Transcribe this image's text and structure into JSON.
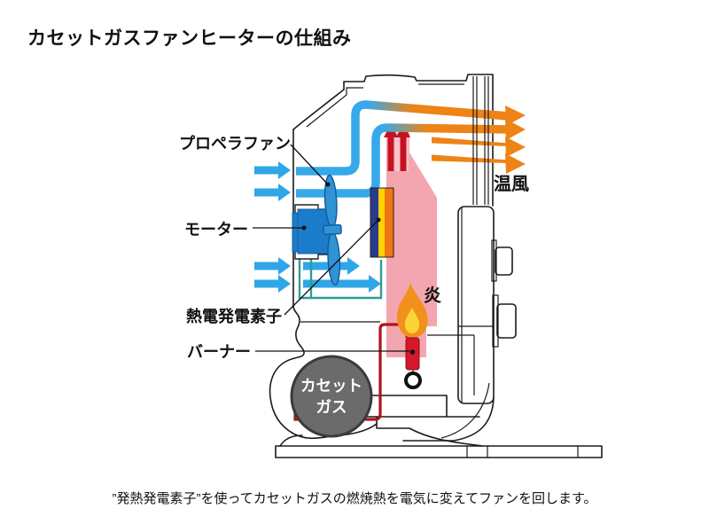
{
  "title": "カセットガスファンヒーターの仕組み",
  "caption": "”発熱発電素子”を使ってカセットガスの燃焼熱を電気に変えてファンを回します。",
  "labels": {
    "propeller_fan": "プロペラファン",
    "motor": "モーター",
    "thermo_element": "熱電発電素子",
    "burner": "バーナー",
    "warm_air": "温風",
    "flame": "炎",
    "cassette_line1": "カセット",
    "cassette_line2": "ガス"
  },
  "colors": {
    "air_blue": "#2ea6e8",
    "pipe_blue": "#35a9e9",
    "warm_orange": "#ee8316",
    "hot_red": "#c41222",
    "combustion_pink": "#f3a6b0",
    "chimney_pink": "#f7c3ca",
    "element_navy": "#2a3b8f",
    "element_yellow": "#ffd103",
    "element_orange": "#ee7711",
    "motor_blue": "#1b7ccb",
    "fan_blue": "#2f93d6",
    "flame_outer": "#f1901d",
    "flame_inner": "#fcd335",
    "burner_red": "#d5182a",
    "gas_line_red": "#ae1320",
    "wire_teal": "#2f9d95",
    "cassette_gray": "#6b6b6b",
    "outline_black": "#1b1b1b",
    "text_black": "#111111"
  }
}
